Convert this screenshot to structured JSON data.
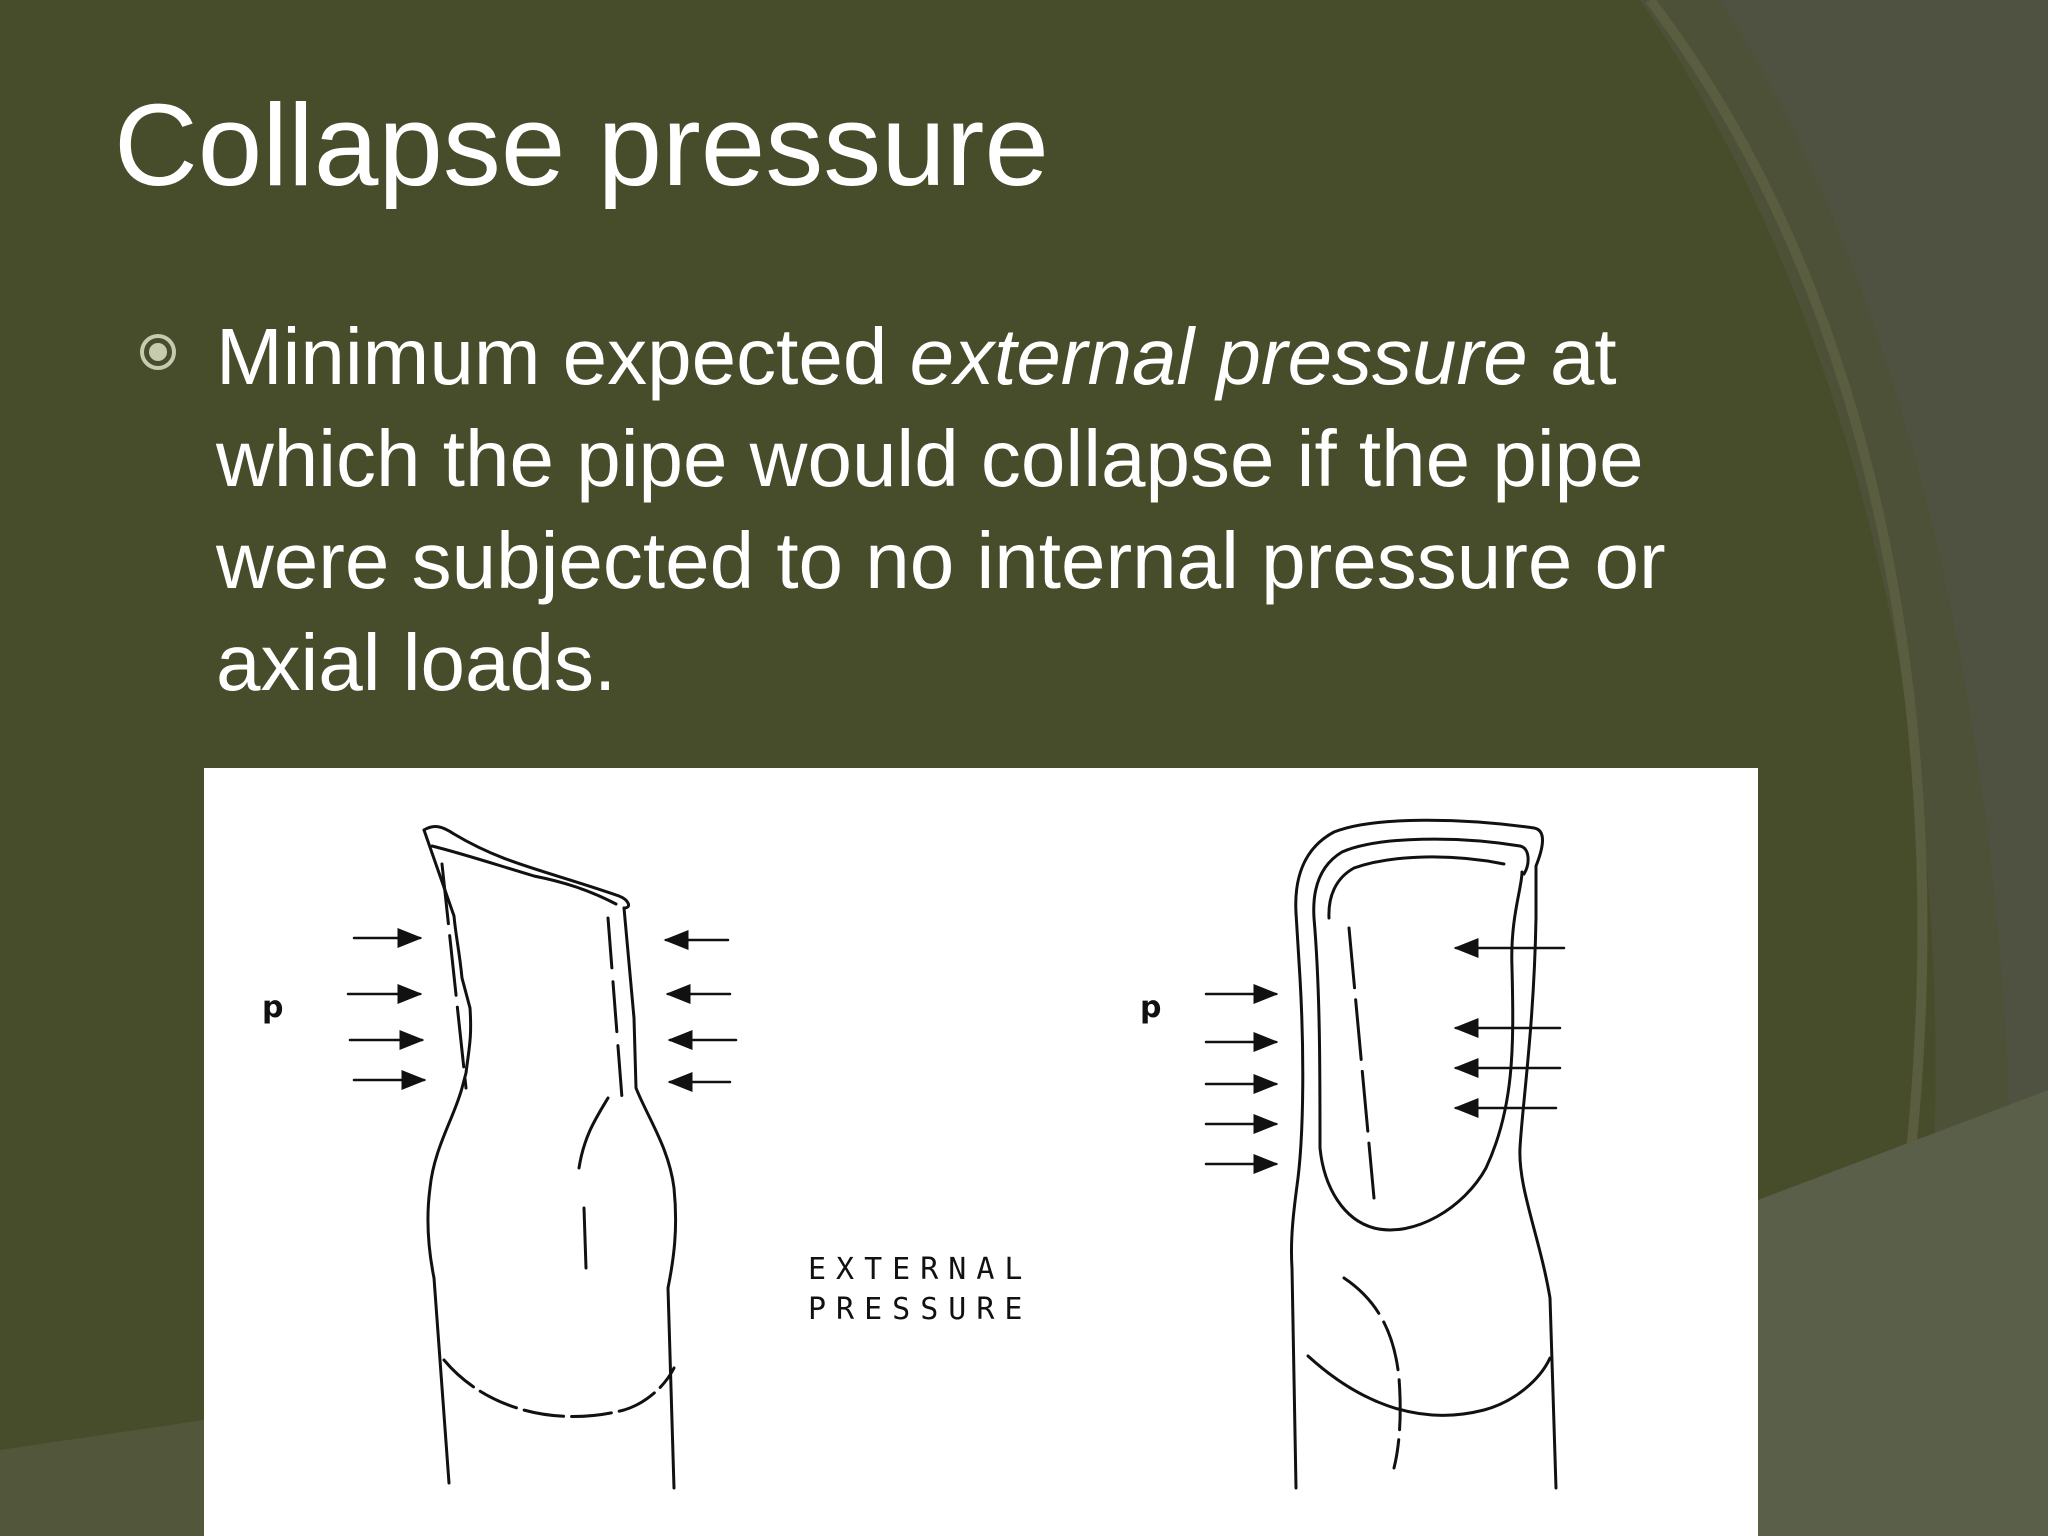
{
  "slide": {
    "title": "Collapse pressure",
    "bullet": {
      "text_before": "Minimum expected ",
      "text_italic": "external pressure",
      "text_after_line1": " at",
      "line2": "which the pipe would collapse if the pipe",
      "line3": "were subjected to no internal pressure or",
      "line4": "axial loads."
    }
  },
  "figure": {
    "left_label_p": "p",
    "right_label_p": "p",
    "caption_line1": "EXTERNAL",
    "caption_line2": "PRESSURE"
  },
  "colors": {
    "background": "#474d2a",
    "arc_light": "#5b5f3f",
    "arc_gray": "#55584a",
    "text": "#ffffff",
    "bullet": "#c6cbb0"
  }
}
